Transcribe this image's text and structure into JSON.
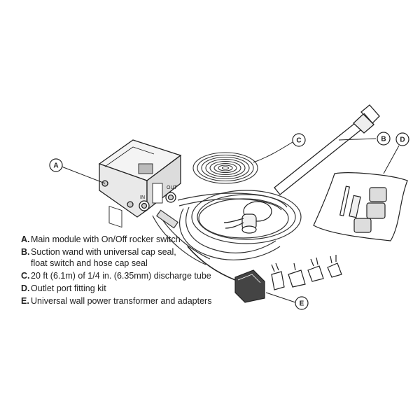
{
  "callouts": {
    "a": "A",
    "b": "B",
    "c": "C",
    "d": "D",
    "e": "E"
  },
  "module_labels": {
    "in": "IN",
    "out": "OUT"
  },
  "legend": [
    {
      "letter": "A.",
      "text": "Main module with On/Off rocker switch"
    },
    {
      "letter": "B.",
      "text": "Suction wand with universal cap seal,\nfloat switch and hose cap seal"
    },
    {
      "letter": "C.",
      "text": "20 ft (6.1m) of 1/4 in. (6.35mm) discharge tube"
    },
    {
      "letter": "D.",
      "text": "Outlet port fitting kit"
    },
    {
      "letter": "E.",
      "text": "Universal wall power transformer and adapters"
    }
  ]
}
